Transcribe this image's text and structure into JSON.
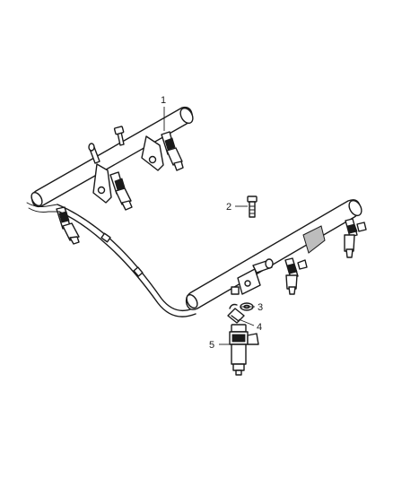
{
  "diagram": {
    "callouts": [
      {
        "id": "1",
        "label": "1"
      },
      {
        "id": "2",
        "label": "2"
      },
      {
        "id": "3",
        "label": "3"
      },
      {
        "id": "4",
        "label": "4"
      },
      {
        "id": "5",
        "label": "5"
      }
    ],
    "colors": {
      "line": "#1a1a1a",
      "background": "#ffffff",
      "shade": "#bdbdbd"
    }
  }
}
